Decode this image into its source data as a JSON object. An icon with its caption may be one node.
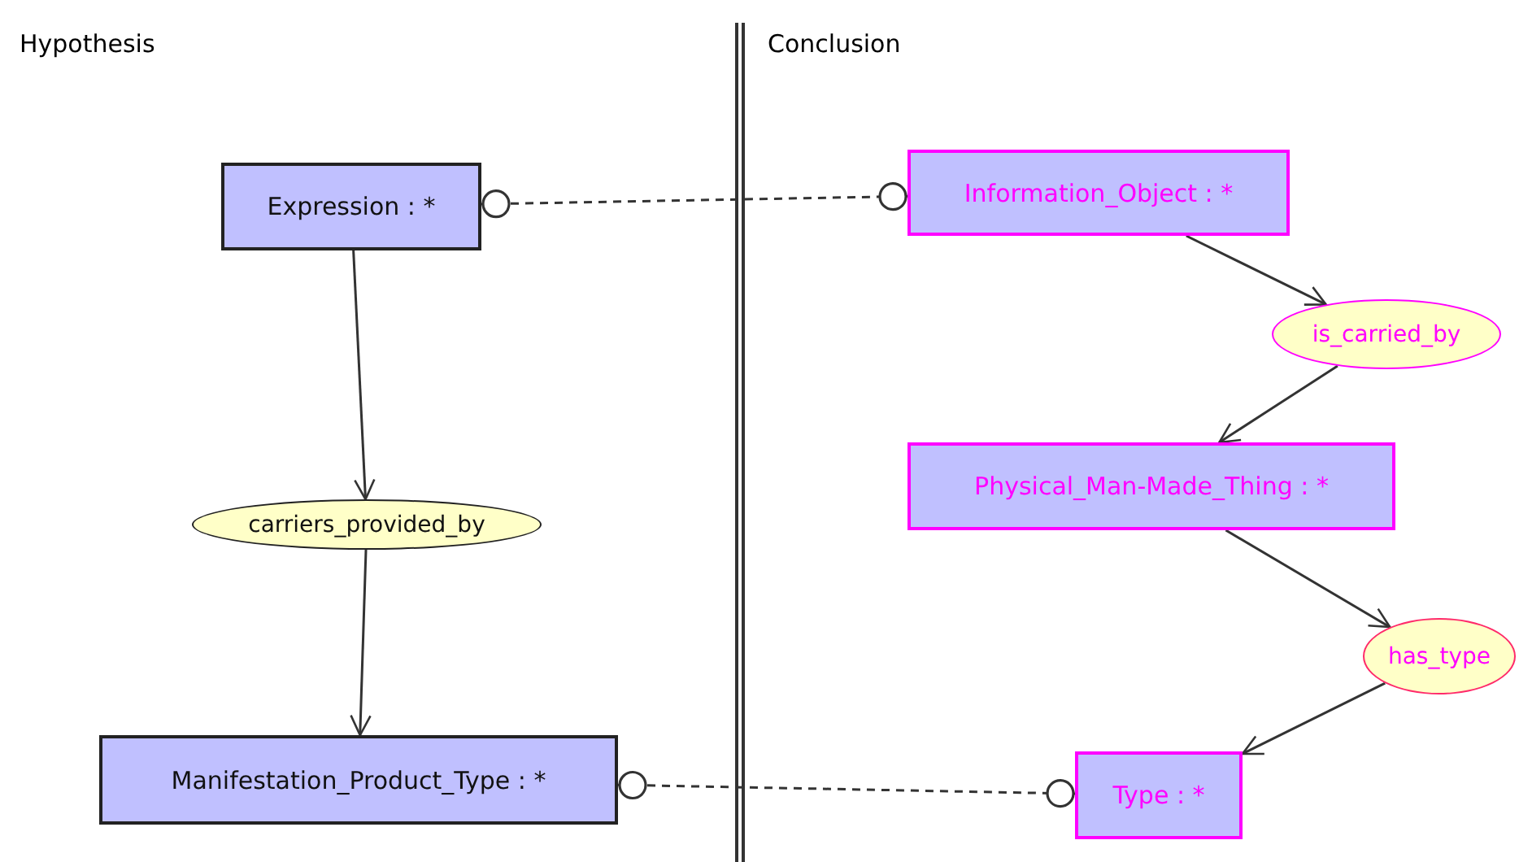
{
  "diagram": {
    "nodes": [
      {
        "text": [
          "Expression : *"
        ]
      },
      {
        "text": [
          "carriers_provided_by"
        ]
      },
      {
        "text": [
          "Manifestation_Product_Type : *"
        ]
      },
      {
        "text": [
          "Information_Object : *"
        ]
      },
      {
        "text": [
          "is_carried_by"
        ]
      },
      {
        "text": [
          "Physical_Man-Made_Thing : *"
        ]
      },
      {
        "text": [
          "has_type"
        ]
      },
      {
        "text": [
          "Type : *"
        ]
      }
    ],
    "edges": [
      {
        "from": 0,
        "to": 1,
        "arrow": "to"
      },
      {
        "from": 1,
        "to": 2,
        "arrow": "to"
      },
      {
        "from": 0,
        "to": 3,
        "arrow": "other",
        "style": "dashed"
      },
      {
        "from": 2,
        "to": 7,
        "arrow": "other",
        "style": "dashed"
      },
      {
        "from": 3,
        "to": 4,
        "arrow": "to"
      },
      {
        "from": 4,
        "to": 5,
        "arrow": "to"
      },
      {
        "from": 5,
        "to": 6,
        "arrow": "to"
      },
      {
        "from": 6,
        "to": 7,
        "arrow": "to"
      }
    ],
    "labels": [
      "Hypothesis",
      "Conclusion"
    ]
  }
}
